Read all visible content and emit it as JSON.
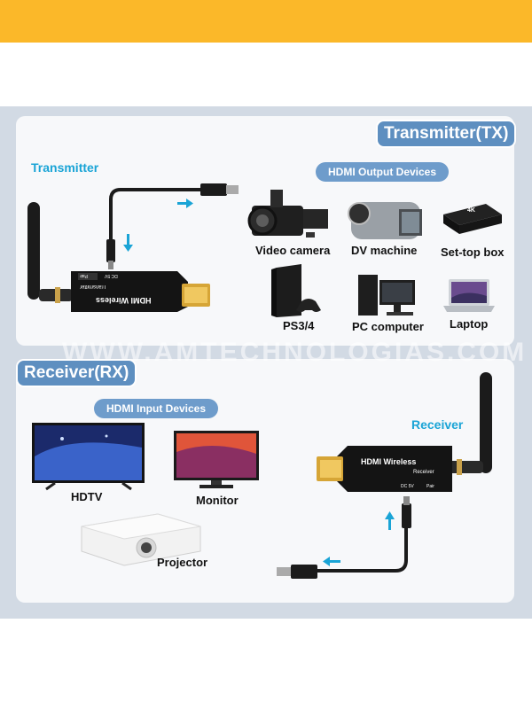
{
  "transmitter_section": {
    "tab_title": "Transmitter(TX)",
    "device_label": "Transmitter",
    "devices_heading": "HDMI Output Devices",
    "devices": [
      {
        "label": "Video camera"
      },
      {
        "label": "DV machine"
      },
      {
        "label": "Set-top box"
      },
      {
        "label": "PS3/4"
      },
      {
        "label": "PC computer"
      },
      {
        "label": "Laptop"
      }
    ],
    "dongle": {
      "brand": "HDMI Wireless",
      "model": "Transmitter",
      "port_power": "DC 5V",
      "port_pair": "Pair"
    }
  },
  "receiver_section": {
    "tab_title": "Receiver(RX)",
    "device_label": "Receiver",
    "devices_heading": "HDMI Input Devices",
    "devices": [
      {
        "label": "HDTV"
      },
      {
        "label": "Monitor"
      },
      {
        "label": "Projector"
      }
    ],
    "dongle": {
      "brand": "HDMI Wireless",
      "model": "Receiver",
      "port_power": "DC 5V",
      "port_pair": "Pair"
    }
  },
  "set_top_box_logo": "4K",
  "watermark": "WWW.AMTECHNOLOGIAS.COM",
  "colors": {
    "accent_bar": "#fbb829",
    "tab_blue": "#5e8fc0",
    "label_cyan": "#1aa4d6",
    "arrow_cyan": "#1aa4d6"
  }
}
